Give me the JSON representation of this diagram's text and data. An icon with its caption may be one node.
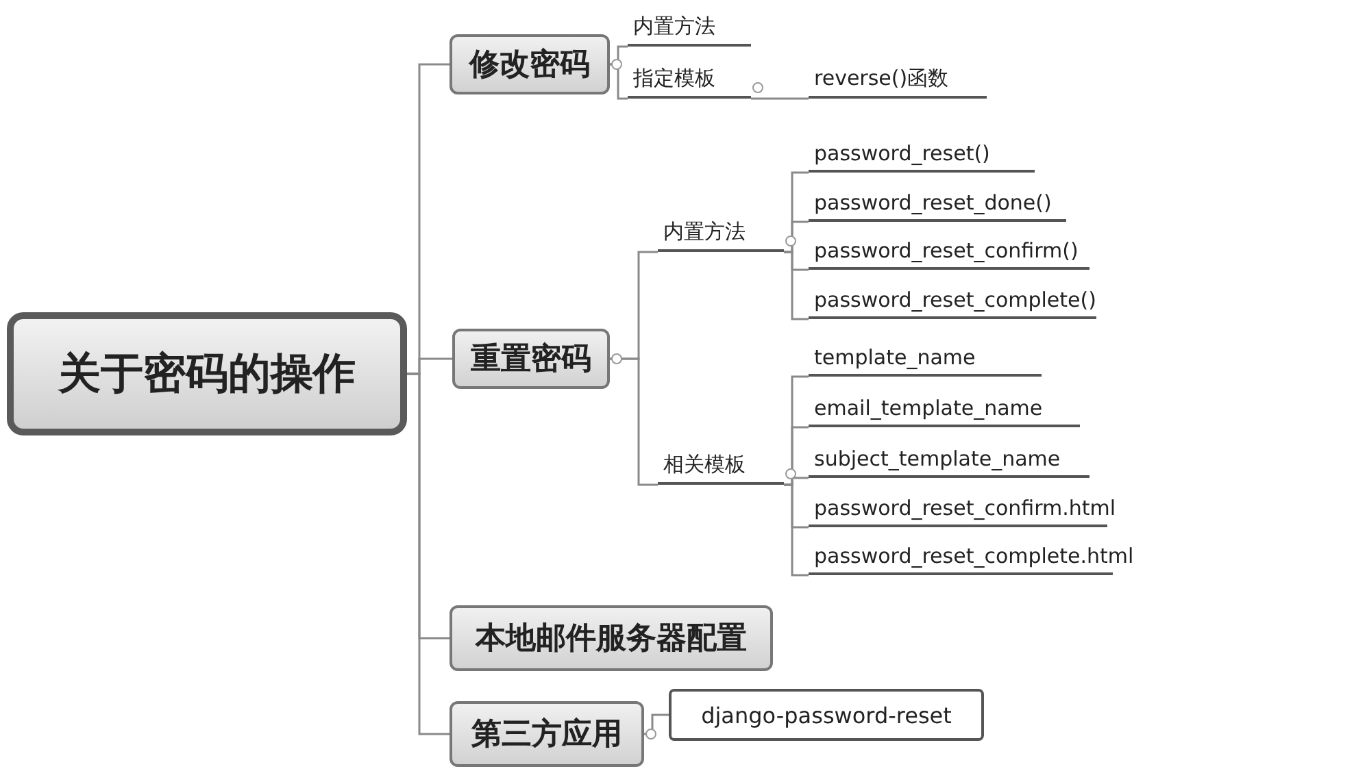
{
  "diagram": {
    "nodes": [
      {
        "text": [
          "关于密码的操作"
        ]
      },
      {
        "text": [
          "修改密码"
        ]
      },
      {
        "text": [
          "内置方法"
        ]
      },
      {
        "text": [
          "指定模板"
        ]
      },
      {
        "text": [
          "reverse()函数"
        ]
      },
      {
        "text": [
          "重置密码"
        ]
      },
      {
        "text": [
          "内置方法"
        ]
      },
      {
        "text": [
          "password_reset()"
        ]
      },
      {
        "text": [
          "password_reset_done()"
        ]
      },
      {
        "text": [
          "password_reset_confirm()"
        ]
      },
      {
        "text": [
          "password_reset_complete()"
        ]
      },
      {
        "text": [
          "相关模板"
        ]
      },
      {
        "text": [
          "template_name"
        ]
      },
      {
        "text": [
          "email_template_name"
        ]
      },
      {
        "text": [
          "subject_template_name"
        ]
      },
      {
        "text": [
          "password_reset_confirm.html"
        ]
      },
      {
        "text": [
          "password_reset_complete.html"
        ]
      },
      {
        "text": [
          "本地邮件服务器配置"
        ]
      },
      {
        "text": [
          "第三方应用"
        ]
      },
      {
        "text": [
          "django-password-reset"
        ]
      }
    ],
    "edges": [
      {
        "from": 0,
        "to": 1,
        "arrow": "none"
      },
      {
        "from": 0,
        "to": 5,
        "arrow": "none"
      },
      {
        "from": 0,
        "to": 17,
        "arrow": "none"
      },
      {
        "from": 0,
        "to": 18,
        "arrow": "none"
      },
      {
        "from": 1,
        "to": 2,
        "arrow": "none"
      },
      {
        "from": 1,
        "to": 3,
        "arrow": "none"
      },
      {
        "from": 3,
        "to": 4,
        "arrow": "none"
      },
      {
        "from": 5,
        "to": 6,
        "arrow": "none"
      },
      {
        "from": 5,
        "to": 11,
        "arrow": "none"
      },
      {
        "from": 6,
        "to": 7,
        "arrow": "none"
      },
      {
        "from": 6,
        "to": 8,
        "arrow": "none"
      },
      {
        "from": 6,
        "to": 9,
        "arrow": "none"
      },
      {
        "from": 6,
        "to": 10,
        "arrow": "none"
      },
      {
        "from": 11,
        "to": 12,
        "arrow": "none"
      },
      {
        "from": 11,
        "to": 13,
        "arrow": "none"
      },
      {
        "from": 11,
        "to": 14,
        "arrow": "none"
      },
      {
        "from": 11,
        "to": 15,
        "arrow": "none"
      },
      {
        "from": 11,
        "to": 16,
        "arrow": "none"
      },
      {
        "from": 18,
        "to": 19,
        "arrow": "none"
      }
    ]
  }
}
